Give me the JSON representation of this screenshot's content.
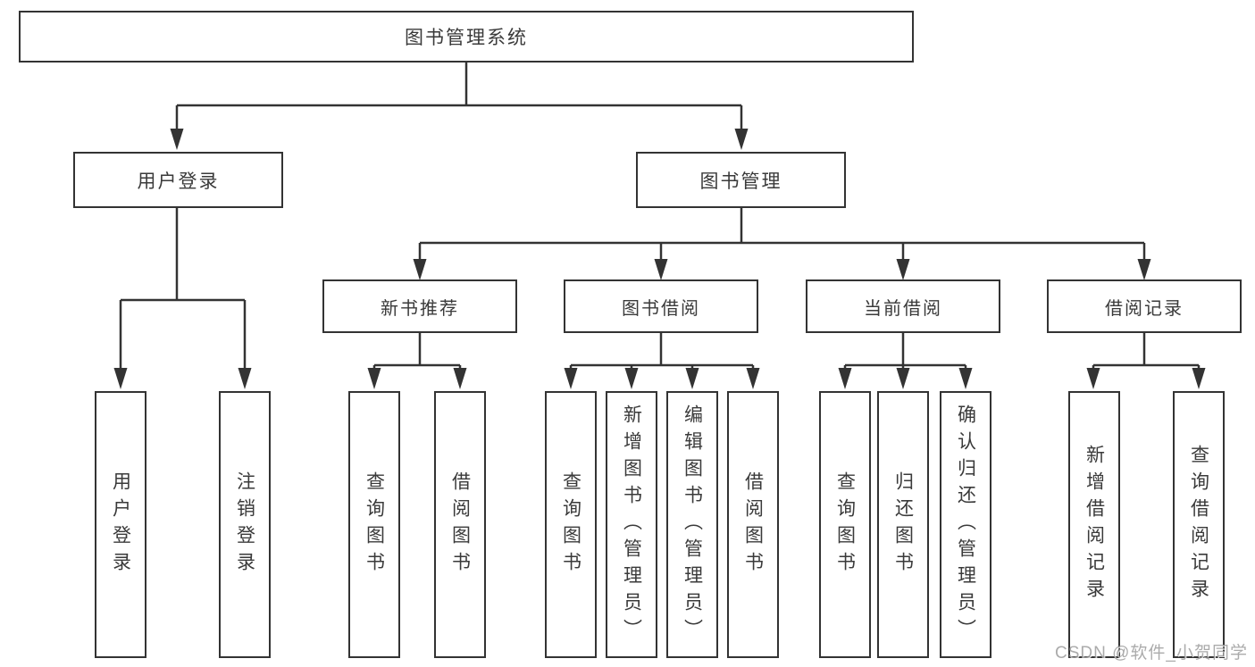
{
  "diagram_title": "图书管理系统",
  "tree": {
    "root": {
      "label": "图书管理系统"
    },
    "children": [
      {
        "label": "用户登录",
        "children": [
          {
            "label": "用户登录"
          },
          {
            "label": "注销登录"
          }
        ]
      },
      {
        "label": "图书管理",
        "children": [
          {
            "label": "新书推荐",
            "children": [
              {
                "label": "查询图书"
              },
              {
                "label": "借阅图书"
              }
            ]
          },
          {
            "label": "图书借阅",
            "children": [
              {
                "label": "查询图书"
              },
              {
                "label": "新增图书（管理员）"
              },
              {
                "label": "编辑图书（管理员）"
              },
              {
                "label": "借阅图书"
              }
            ]
          },
          {
            "label": "当前借阅",
            "children": [
              {
                "label": "查询图书"
              },
              {
                "label": "归还图书"
              },
              {
                "label": "确认归还（管理员）"
              }
            ]
          },
          {
            "label": "借阅记录",
            "children": [
              {
                "label": "新增借阅记录"
              },
              {
                "label": "查询借阅记录"
              }
            ]
          }
        ]
      }
    ]
  },
  "watermark": {
    "text": "CSDN @软件_小贺同学"
  },
  "colors": {
    "line": "#333333",
    "node_border": "#333333",
    "text": "#3a3a3a",
    "background": "#ffffff",
    "watermark": "#969696"
  }
}
